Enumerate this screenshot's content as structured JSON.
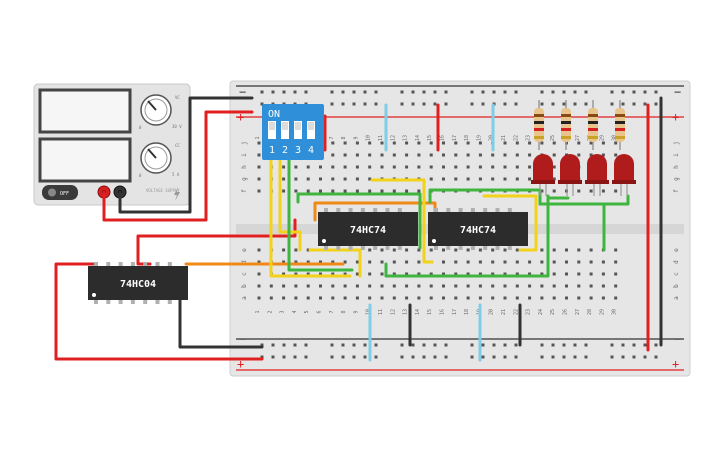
{
  "power_supply": {
    "off_label": "OFF",
    "brand_label": "VOLTAGE SUPPLY",
    "voltage_label": "VC",
    "voltage_max": "30 V",
    "voltage_min": "0",
    "current_label": "CC",
    "current_max": "5 A",
    "current_min": "0"
  },
  "breadboard": {
    "rail_plus": "+",
    "rail_minus": "−",
    "row_letters_top": [
      "j",
      "i",
      "h",
      "g",
      "f"
    ],
    "row_letters_bottom": [
      "e",
      "d",
      "c",
      "b",
      "a"
    ],
    "col_numbers": [
      "1",
      "2",
      "3",
      "4",
      "5",
      "6",
      "7",
      "8",
      "9",
      "10",
      "11",
      "12",
      "13",
      "14",
      "15",
      "16",
      "17",
      "18",
      "19",
      "20",
      "21",
      "22",
      "23",
      "24",
      "25",
      "26",
      "27",
      "28",
      "29",
      "30"
    ]
  },
  "dip_switch": {
    "on_label": "ON",
    "switch_numbers": [
      "1",
      "2",
      "3",
      "4"
    ],
    "color": "#2f8fd8"
  },
  "chips": {
    "left_chip": "74HC74",
    "right_chip": "74HC74",
    "inverter_chip": "74HC04"
  },
  "leds": {
    "count": 4,
    "color": "#b01c1c"
  },
  "resistors": {
    "count": 4,
    "body_color": "#e8c58c"
  },
  "wire_colors": {
    "red": "#e02020",
    "black": "#333333",
    "yellow": "#f2d21b",
    "green": "#3eb53e",
    "orange": "#ef8a18",
    "light_blue": "#7fcde6"
  }
}
